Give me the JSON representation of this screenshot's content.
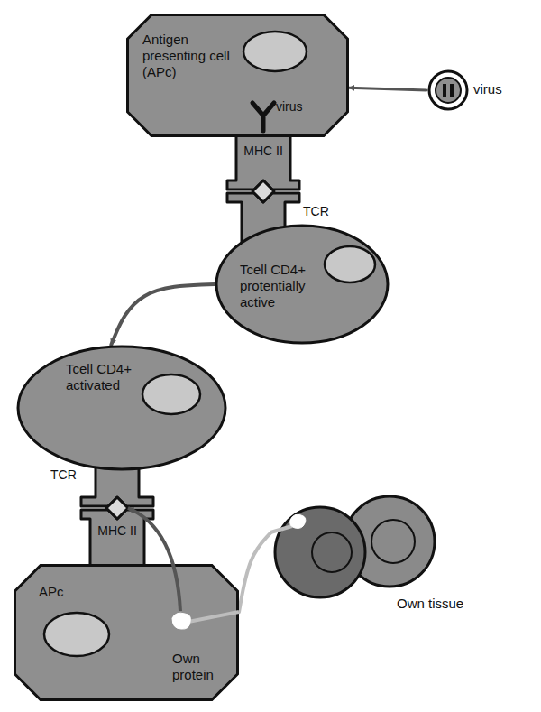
{
  "diagram": {
    "nodes": [
      {
        "text": [
          "Antigen presenting cell (APc)"
        ]
      },
      {
        "text": [
          "virus"
        ]
      },
      {
        "text": [
          "Tcell CD4+ protentially active"
        ]
      },
      {
        "text": [
          "Tcell CD4+ activated"
        ]
      },
      {
        "text": [
          "APc",
          "Own protein"
        ]
      },
      {
        "text": [
          "Own tissue"
        ]
      }
    ],
    "edges": [
      {
        "from": 1,
        "to": 0,
        "arrow": "to"
      },
      {
        "from": 2,
        "to": 3,
        "arrow": "to"
      },
      {
        "from": 5,
        "to": 4,
        "arrow": "none"
      }
    ],
    "labels": [
      "virus",
      "MHC II",
      "TCR",
      "TCR",
      "MHC II"
    ]
  }
}
